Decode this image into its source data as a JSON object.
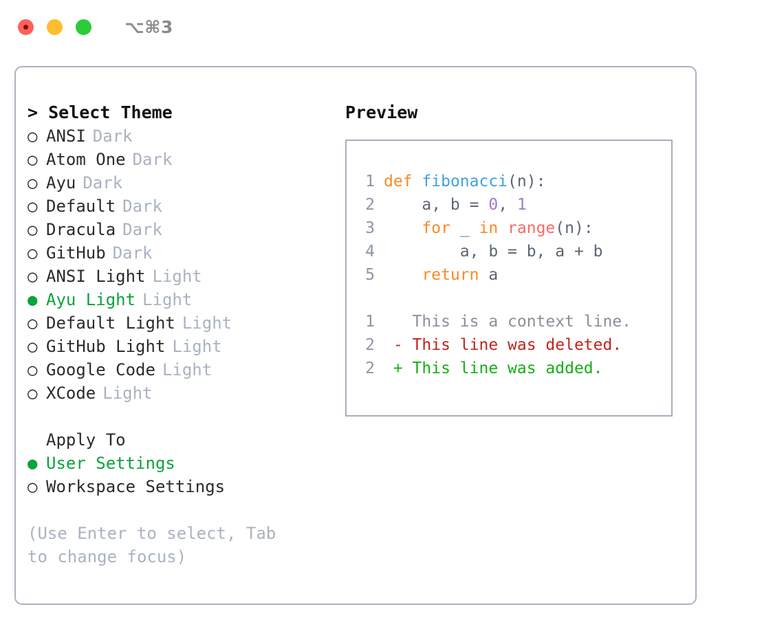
{
  "titlebar": {
    "shortcut": "⌥⌘3",
    "lights": [
      {
        "name": "close",
        "color": "#ff6159"
      },
      {
        "name": "minimize",
        "color": "#ffbd2e"
      },
      {
        "name": "maximize",
        "color": "#2bcc38"
      }
    ]
  },
  "theme_picker": {
    "heading": "> Select Theme",
    "options": [
      {
        "marker": "○",
        "label": "ANSI",
        "tag": "Dark",
        "selected": false
      },
      {
        "marker": "○",
        "label": "Atom One",
        "tag": "Dark",
        "selected": false
      },
      {
        "marker": "○",
        "label": "Ayu",
        "tag": "Dark",
        "selected": false
      },
      {
        "marker": "○",
        "label": "Default",
        "tag": "Dark",
        "selected": false
      },
      {
        "marker": "○",
        "label": "Dracula",
        "tag": "Dark",
        "selected": false
      },
      {
        "marker": "○",
        "label": "GitHub",
        "tag": "Dark",
        "selected": false
      },
      {
        "marker": "○",
        "label": "ANSI Light",
        "tag": "Light",
        "selected": false
      },
      {
        "marker": "●",
        "label": "Ayu Light",
        "tag": "Light",
        "selected": true
      },
      {
        "marker": "○",
        "label": "Default Light",
        "tag": "Light",
        "selected": false
      },
      {
        "marker": "○",
        "label": "GitHub Light",
        "tag": "Light",
        "selected": false
      },
      {
        "marker": "○",
        "label": "Google Code",
        "tag": "Light",
        "selected": false
      },
      {
        "marker": "○",
        "label": "XCode",
        "tag": "Light",
        "selected": false
      }
    ]
  },
  "apply_to": {
    "heading": "Apply To",
    "options": [
      {
        "marker": "●",
        "label": "User Settings",
        "selected": true
      },
      {
        "marker": "○",
        "label": "Workspace Settings",
        "selected": false
      }
    ]
  },
  "hint": "(Use Enter to select, Tab to change focus)",
  "preview": {
    "title": "Preview",
    "code_lines": [
      {
        "lineno": "1",
        "tokens": [
          {
            "t": "def",
            "c": "kw"
          },
          {
            "t": " ",
            "c": "punc"
          },
          {
            "t": "fibonacci",
            "c": "fn"
          },
          {
            "t": "(n):",
            "c": "punc"
          }
        ]
      },
      {
        "lineno": "2",
        "tokens": [
          {
            "t": "    a, b = ",
            "c": "var"
          },
          {
            "t": "0",
            "c": "num"
          },
          {
            "t": ", ",
            "c": "var"
          },
          {
            "t": "1",
            "c": "num"
          }
        ]
      },
      {
        "lineno": "3",
        "tokens": [
          {
            "t": "    ",
            "c": "var"
          },
          {
            "t": "for",
            "c": "kw"
          },
          {
            "t": " _ ",
            "c": "var"
          },
          {
            "t": "in",
            "c": "kw"
          },
          {
            "t": " ",
            "c": "var"
          },
          {
            "t": "range",
            "c": "bi"
          },
          {
            "t": "(n):",
            "c": "punc"
          }
        ]
      },
      {
        "lineno": "4",
        "tokens": [
          {
            "t": "        a, b = b, a + b",
            "c": "var"
          }
        ]
      },
      {
        "lineno": "5",
        "tokens": [
          {
            "t": "    ",
            "c": "var"
          },
          {
            "t": "return",
            "c": "kw"
          },
          {
            "t": " a",
            "c": "var"
          }
        ]
      }
    ],
    "diff_lines": [
      {
        "lineno": "1",
        "kind": "ctx",
        "text": "   This is a context line."
      },
      {
        "lineno": "2",
        "kind": "del",
        "text": " - This line was deleted."
      },
      {
        "lineno": "2",
        "kind": "add",
        "text": " + This line was added."
      }
    ]
  },
  "colors": {
    "accent_green": "#0ba33c",
    "muted": "#aab3c0",
    "border": "#aab3c0",
    "keyword": "#f98a25",
    "function": "#3fa2e0",
    "number": "#a37acc",
    "builtin": "#fa6a6a",
    "diff_deleted": "#c0241c",
    "diff_added": "#13b013",
    "diff_context": "#8a8f99"
  }
}
